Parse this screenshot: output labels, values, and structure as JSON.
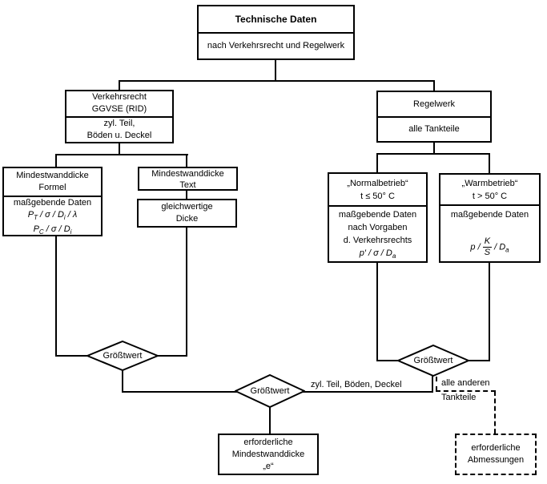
{
  "diagram": {
    "title_box": {
      "title": "Technische Daten",
      "subtitle": "nach Verkehrsrecht und Regelwerk"
    },
    "verkehrsrecht_box": {
      "head_line1": "Verkehrsrecht",
      "head_line2": "GGVSE (RID)",
      "body_line1": "zyl. Teil,",
      "body_line2": "Böden u. Deckel"
    },
    "regelwerk_box": {
      "head": "Regelwerk",
      "body": "alle Tankteile"
    },
    "formel_box": {
      "head_line1": "Mindestwanddicke",
      "head_line2": "Formel",
      "data_label": "maßgebende Daten",
      "formula1": [
        "P",
        {
          "sub": "T"
        },
        " /  σ / ",
        "D",
        {
          "sub": "i"
        },
        " /  λ"
      ],
      "formula2": [
        "P",
        {
          "sub": "C"
        },
        "  /  σ / ",
        "D",
        {
          "sub": "i"
        }
      ]
    },
    "text_box": {
      "line1": "Mindestwanddicke",
      "line2": "Text"
    },
    "gleichwertig_box": {
      "line1": "gleichwertige",
      "line2": "Dicke"
    },
    "normalbetrieb_box": {
      "head_line1": "„Normalbetrieb“",
      "head_line2": "t ≤ 50° C",
      "body_line1": "maßgebende Daten",
      "body_line2": "nach Vorgaben",
      "body_line3": "d. Verkehrsrechts",
      "formula": [
        "p′ / σ / ",
        "D",
        {
          "sub": "a"
        }
      ]
    },
    "warmbetrieb_box": {
      "head_line1": "„Warmbetrieb“",
      "head_line2": "t > 50° C",
      "body_line1": "maßgebende Daten",
      "formula": [
        "p / ",
        {
          "num": "K",
          "den": "S"
        },
        " / ",
        "D",
        {
          "sub": "a"
        }
      ]
    },
    "diamond_label": "Größtwert",
    "edge_labels": {
      "zyl_teil": "zyl. Teil, Böden, Deckel",
      "alle_anderen_line1": "alle anderen",
      "alle_anderen_line2": "Tankteile"
    },
    "erforderlich_box": {
      "line1": "erforderliche",
      "line2": "Mindestwanddicke",
      "line3": "„e“"
    },
    "abmessungen_box": {
      "line1": "erforderliche",
      "line2": "Abmessungen"
    },
    "colors": {
      "line": "#000000",
      "background": "#ffffff",
      "text": "#000000"
    }
  }
}
